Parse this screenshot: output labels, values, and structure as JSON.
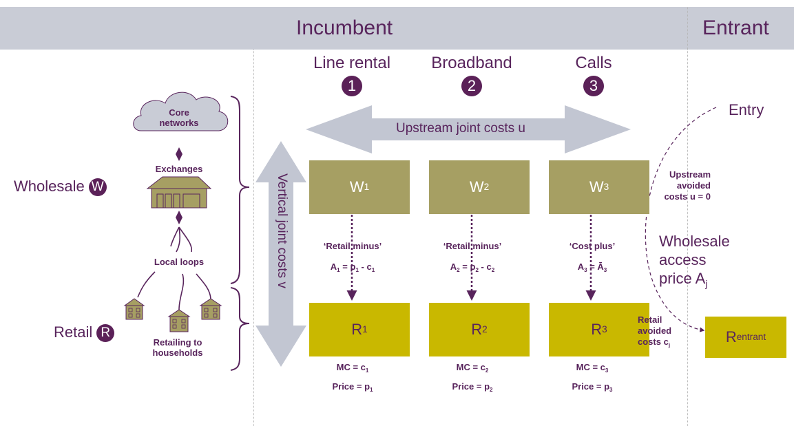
{
  "header": {
    "incumbent": "Incumbent",
    "entrant": "Entrant"
  },
  "columns": [
    {
      "title": "Line rental",
      "number": "1",
      "wholesale": "W",
      "retail": "R",
      "idx": "1",
      "rule": "‘Retail minus’",
      "access_lhs": "A",
      "access_rhs": "= p",
      "access_tail": "- c",
      "mc": "MC = c",
      "price": "Price = p"
    },
    {
      "title": "Broadband",
      "number": "2",
      "wholesale": "W",
      "retail": "R",
      "idx": "2",
      "rule": "‘Retail minus’",
      "access_lhs": "A",
      "access_rhs": "= p",
      "access_tail": "- c",
      "mc": "MC = c",
      "price": "Price = p"
    },
    {
      "title": "Calls",
      "number": "3",
      "wholesale": "W",
      "retail": "R",
      "idx": "3",
      "rule": "‘Cost plus’",
      "access_lhs": "A",
      "access_rhs": "= Ā",
      "mc": "MC = c",
      "price": "Price = p"
    }
  ],
  "arrows": {
    "upstream": "Upstream joint costs u",
    "vertical": "Vertical joint costs v"
  },
  "left": {
    "wholesale": "Wholesale",
    "wholesale_badge": "W",
    "retail": "Retail",
    "retail_badge": "R",
    "core_1": "Core",
    "core_2": "networks",
    "exchanges": "Exchanges",
    "local_loops": "Local loops",
    "retailing_1": "Retailing to",
    "retailing_2": "households"
  },
  "entrant": {
    "entry": "Entry",
    "upstream_avoided_1": "Upstream",
    "upstream_avoided_2": "avoided",
    "upstream_avoided_3": "costs u = 0",
    "access_1": "Wholesale",
    "access_2": "access",
    "access_3": "price A",
    "access_sub": "j",
    "retail_avoided_1": "Retail",
    "retail_avoided_2": "avoided",
    "retail_avoided_3": "costs c",
    "retail_avoided_sub": "j",
    "box": "R",
    "box_sub": "entrant"
  },
  "colors": {
    "purple": "#58245c",
    "header": "#c9ccd6",
    "wholesale_box": "#a69f63",
    "retail_box": "#c9b800",
    "arrow": "#c2c6d2",
    "house": "#a69f63"
  }
}
